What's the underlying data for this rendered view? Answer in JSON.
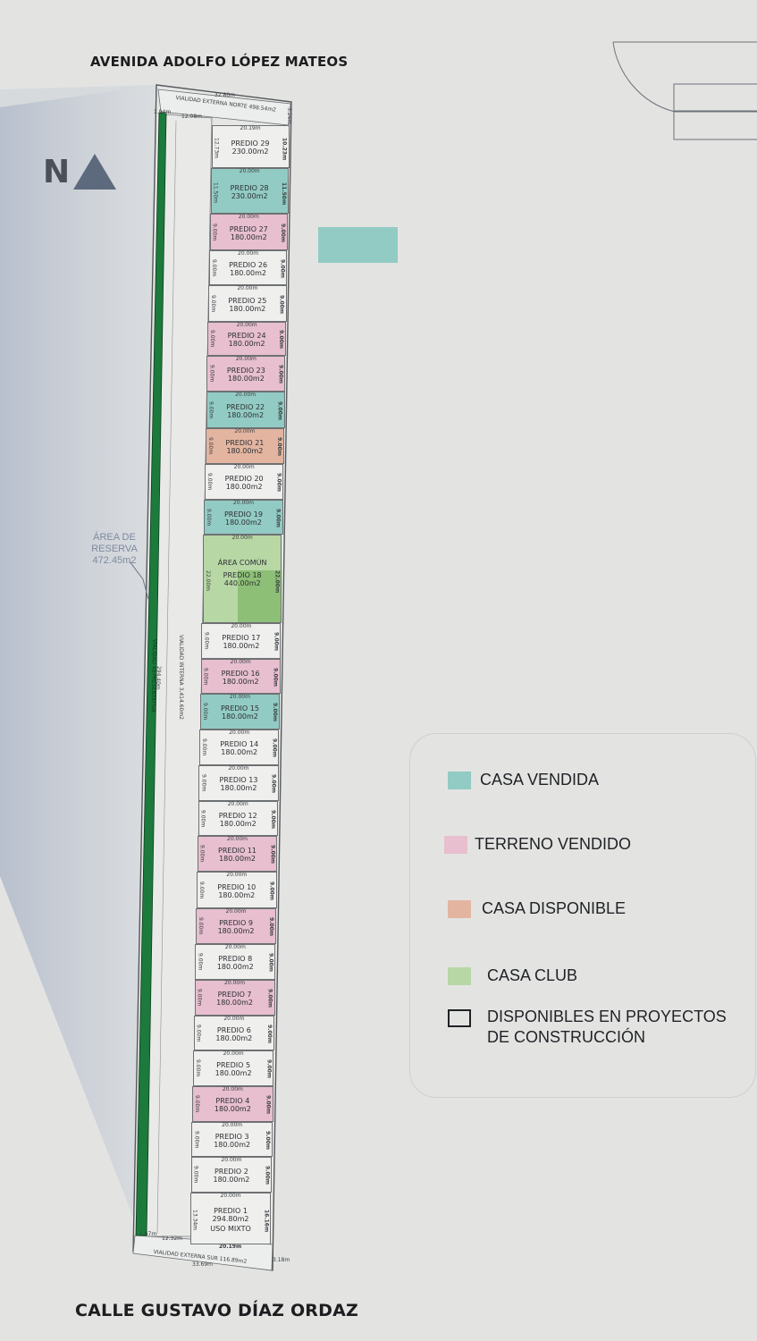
{
  "header": {
    "north_street": "AVENIDA ADOLFO LÓPEZ MATEOS"
  },
  "footer": {
    "south_street": "CALLE GUSTAVO DÍAZ ORDAZ"
  },
  "compass": {
    "letter": "N"
  },
  "colors": {
    "casa_vendida": "#92cbc3",
    "terreno_vendido": "#e7bfcf",
    "casa_disponible": "#e3b5a1",
    "casa_club": "#b7d7a5",
    "disponible": "#efefed",
    "reserve_strip": "#1c7a3c"
  },
  "reserve": {
    "label_line1": "ÁREA DE",
    "label_line2": "RESERVA",
    "label_line3": "472.45m2",
    "strip_label": "VIALIDAD REPRESENTATIVA"
  },
  "roads": {
    "north_label": "VIALIDAD EXTERNA NORTE  498.54m2",
    "south_label": "VIALIDAD EXTERNA SUR  116.89m2",
    "internal_label": "VIALIDAD INTERNA 3,414.60m2",
    "internal_length": "294.40m",
    "north_width": "32.80m",
    "north_left": "12.08m",
    "south_width": "33.69m",
    "south_left": "12.32m",
    "south_lot_width": "20.19m",
    "north_lot_width": "20.19m",
    "corner_nw": "1.94m",
    "corner_ne": "3.24m",
    "corner_sw": "1.67m",
    "corner_se": "3.18m"
  },
  "lots": [
    {
      "name": "PREDIO 29",
      "area": "230.00m2",
      "width": "20.19m",
      "depth_l": "12.73m",
      "depth_r": "10.23m",
      "status": "disponible"
    },
    {
      "name": "PREDIO 28",
      "area": "230.00m2",
      "width": "20.00m",
      "depth_l": "11.50m",
      "depth_r": "11.50m",
      "status": "casa_vendida"
    },
    {
      "name": "PREDIO 27",
      "area": "180.00m2",
      "width": "20.00m",
      "depth_l": "9.00m",
      "depth_r": "9.00m",
      "status": "terreno_vendido"
    },
    {
      "name": "PREDIO 26",
      "area": "180.00m2",
      "width": "20.00m",
      "depth_l": "9.00m",
      "depth_r": "9.00m",
      "status": "disponible"
    },
    {
      "name": "PREDIO 25",
      "area": "180.00m2",
      "width": "20.00m",
      "depth_l": "9.00m",
      "depth_r": "9.00m",
      "status": "disponible"
    },
    {
      "name": "PREDIO 24",
      "area": "180.00m2",
      "width": "20.00m",
      "depth_l": "9.00m",
      "depth_r": "9.00m",
      "status": "terreno_vendido"
    },
    {
      "name": "PREDIO 23",
      "area": "180.00m2",
      "width": "20.00m",
      "depth_l": "9.00m",
      "depth_r": "9.00m",
      "status": "terreno_vendido"
    },
    {
      "name": "PREDIO 22",
      "area": "180.00m2",
      "width": "20.00m",
      "depth_l": "9.00m",
      "depth_r": "9.00m",
      "status": "casa_vendida"
    },
    {
      "name": "PREDIO 21",
      "area": "180.00m2",
      "width": "20.00m",
      "depth_l": "9.00m",
      "depth_r": "9.00m",
      "status": "casa_disponible"
    },
    {
      "name": "PREDIO 20",
      "area": "180.00m2",
      "width": "20.00m",
      "depth_l": "9.00m",
      "depth_r": "9.00m",
      "status": "disponible"
    },
    {
      "name": "PREDIO 19",
      "area": "180.00m2",
      "width": "20.00m",
      "depth_l": "9.00m",
      "depth_r": "9.00m",
      "status": "casa_vendida"
    },
    {
      "name": "PREDIO 18",
      "area": "440.00m2",
      "width": "20.00m",
      "depth_l": "22.00m",
      "depth_r": "22.00m",
      "status": "casa_club",
      "extra_top": "ÁREA COMÚN"
    },
    {
      "name": "PREDIO 17",
      "area": "180.00m2",
      "width": "20.00m",
      "depth_l": "9.00m",
      "depth_r": "9.00m",
      "status": "disponible"
    },
    {
      "name": "PREDIO 16",
      "area": "180.00m2",
      "width": "20.00m",
      "depth_l": "9.00m",
      "depth_r": "9.00m",
      "status": "terreno_vendido"
    },
    {
      "name": "PREDIO 15",
      "area": "180.00m2",
      "width": "20.00m",
      "depth_l": "9.00m",
      "depth_r": "9.00m",
      "status": "casa_vendida"
    },
    {
      "name": "PREDIO 14",
      "area": "180.00m2",
      "width": "20.00m",
      "depth_l": "9.00m",
      "depth_r": "9.00m",
      "status": "disponible"
    },
    {
      "name": "PREDIO 13",
      "area": "180.00m2",
      "width": "20.00m",
      "depth_l": "9.00m",
      "depth_r": "9.00m",
      "status": "disponible"
    },
    {
      "name": "PREDIO 12",
      "area": "180.00m2",
      "width": "20.00m",
      "depth_l": "9.00m",
      "depth_r": "9.00m",
      "status": "disponible"
    },
    {
      "name": "PREDIO 11",
      "area": "180.00m2",
      "width": "20.00m",
      "depth_l": "9.00m",
      "depth_r": "9.00m",
      "status": "terreno_vendido"
    },
    {
      "name": "PREDIO 10",
      "area": "180.00m2",
      "width": "20.00m",
      "depth_l": "9.00m",
      "depth_r": "9.00m",
      "status": "disponible"
    },
    {
      "name": "PREDIO 9",
      "area": "180.00m2",
      "width": "20.00m",
      "depth_l": "9.00m",
      "depth_r": "9.00m",
      "status": "terreno_vendido"
    },
    {
      "name": "PREDIO 8",
      "area": "180.00m2",
      "width": "20.00m",
      "depth_l": "9.00m",
      "depth_r": "9.00m",
      "status": "disponible"
    },
    {
      "name": "PREDIO 7",
      "area": "180.00m2",
      "width": "20.00m",
      "depth_l": "9.00m",
      "depth_r": "9.00m",
      "status": "terreno_vendido"
    },
    {
      "name": "PREDIO 6",
      "area": "180.00m2",
      "width": "20.00m",
      "depth_l": "9.00m",
      "depth_r": "9.00m",
      "status": "disponible"
    },
    {
      "name": "PREDIO 5",
      "area": "180.00m2",
      "width": "20.00m",
      "depth_l": "9.00m",
      "depth_r": "9.00m",
      "status": "disponible"
    },
    {
      "name": "PREDIO 4",
      "area": "180.00m2",
      "width": "20.00m",
      "depth_l": "9.00m",
      "depth_r": "9.00m",
      "status": "terreno_vendido"
    },
    {
      "name": "PREDIO 3",
      "area": "180.00m2",
      "width": "20.00m",
      "depth_l": "9.00m",
      "depth_r": "9.00m",
      "status": "disponible"
    },
    {
      "name": "PREDIO 2",
      "area": "180.00m2",
      "width": "20.00m",
      "depth_l": "9.00m",
      "depth_r": "9.00m",
      "status": "disponible"
    },
    {
      "name": "PREDIO 1",
      "area": "294.80m2",
      "width": "20.00m",
      "depth_l": "13.34m",
      "depth_r": "16.16m",
      "status": "disponible",
      "extra_bottom": "USO MIXTO"
    }
  ],
  "legend": {
    "items": [
      {
        "label": "CASA VENDIDA",
        "color_key": "casa_vendida"
      },
      {
        "label": "TERRENO VENDIDO",
        "color_key": "terreno_vendido"
      },
      {
        "label": "CASA DISPONIBLE",
        "color_key": "casa_disponible"
      },
      {
        "label": "CASA CLUB",
        "color_key": "casa_club"
      },
      {
        "label": "DISPONIBLES EN PROYECTOS",
        "label2": "DE CONSTRUCCIÓN",
        "color_key": "outline"
      }
    ]
  }
}
